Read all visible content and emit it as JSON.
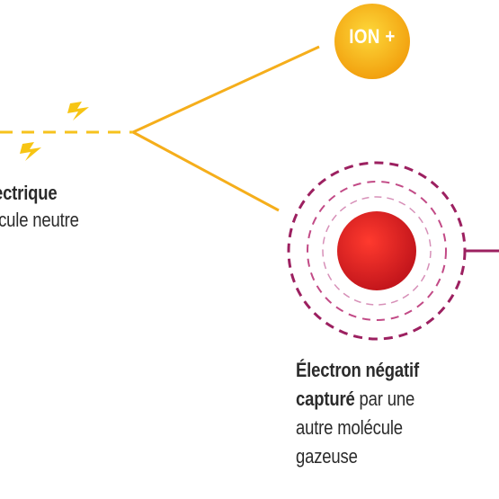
{
  "ion_badge": {
    "label": "ION +"
  },
  "left_label": {
    "line1": "lectrique",
    "line2": "écule neutre"
  },
  "electron_label": {
    "line1": "Électron négatif",
    "line2_bold": "capturé",
    "line2_rest": " par une",
    "line3": "autre molécule",
    "line4": "gazeuse"
  },
  "colors": {
    "ion_yellow": "#f7b514",
    "line_orange": "#f4a21c",
    "electron_red": "#e21f26",
    "ring_purple": "#9c2060"
  },
  "icons": [
    "lightning-bolt-icon",
    "electron-icon",
    "ion-icon"
  ]
}
